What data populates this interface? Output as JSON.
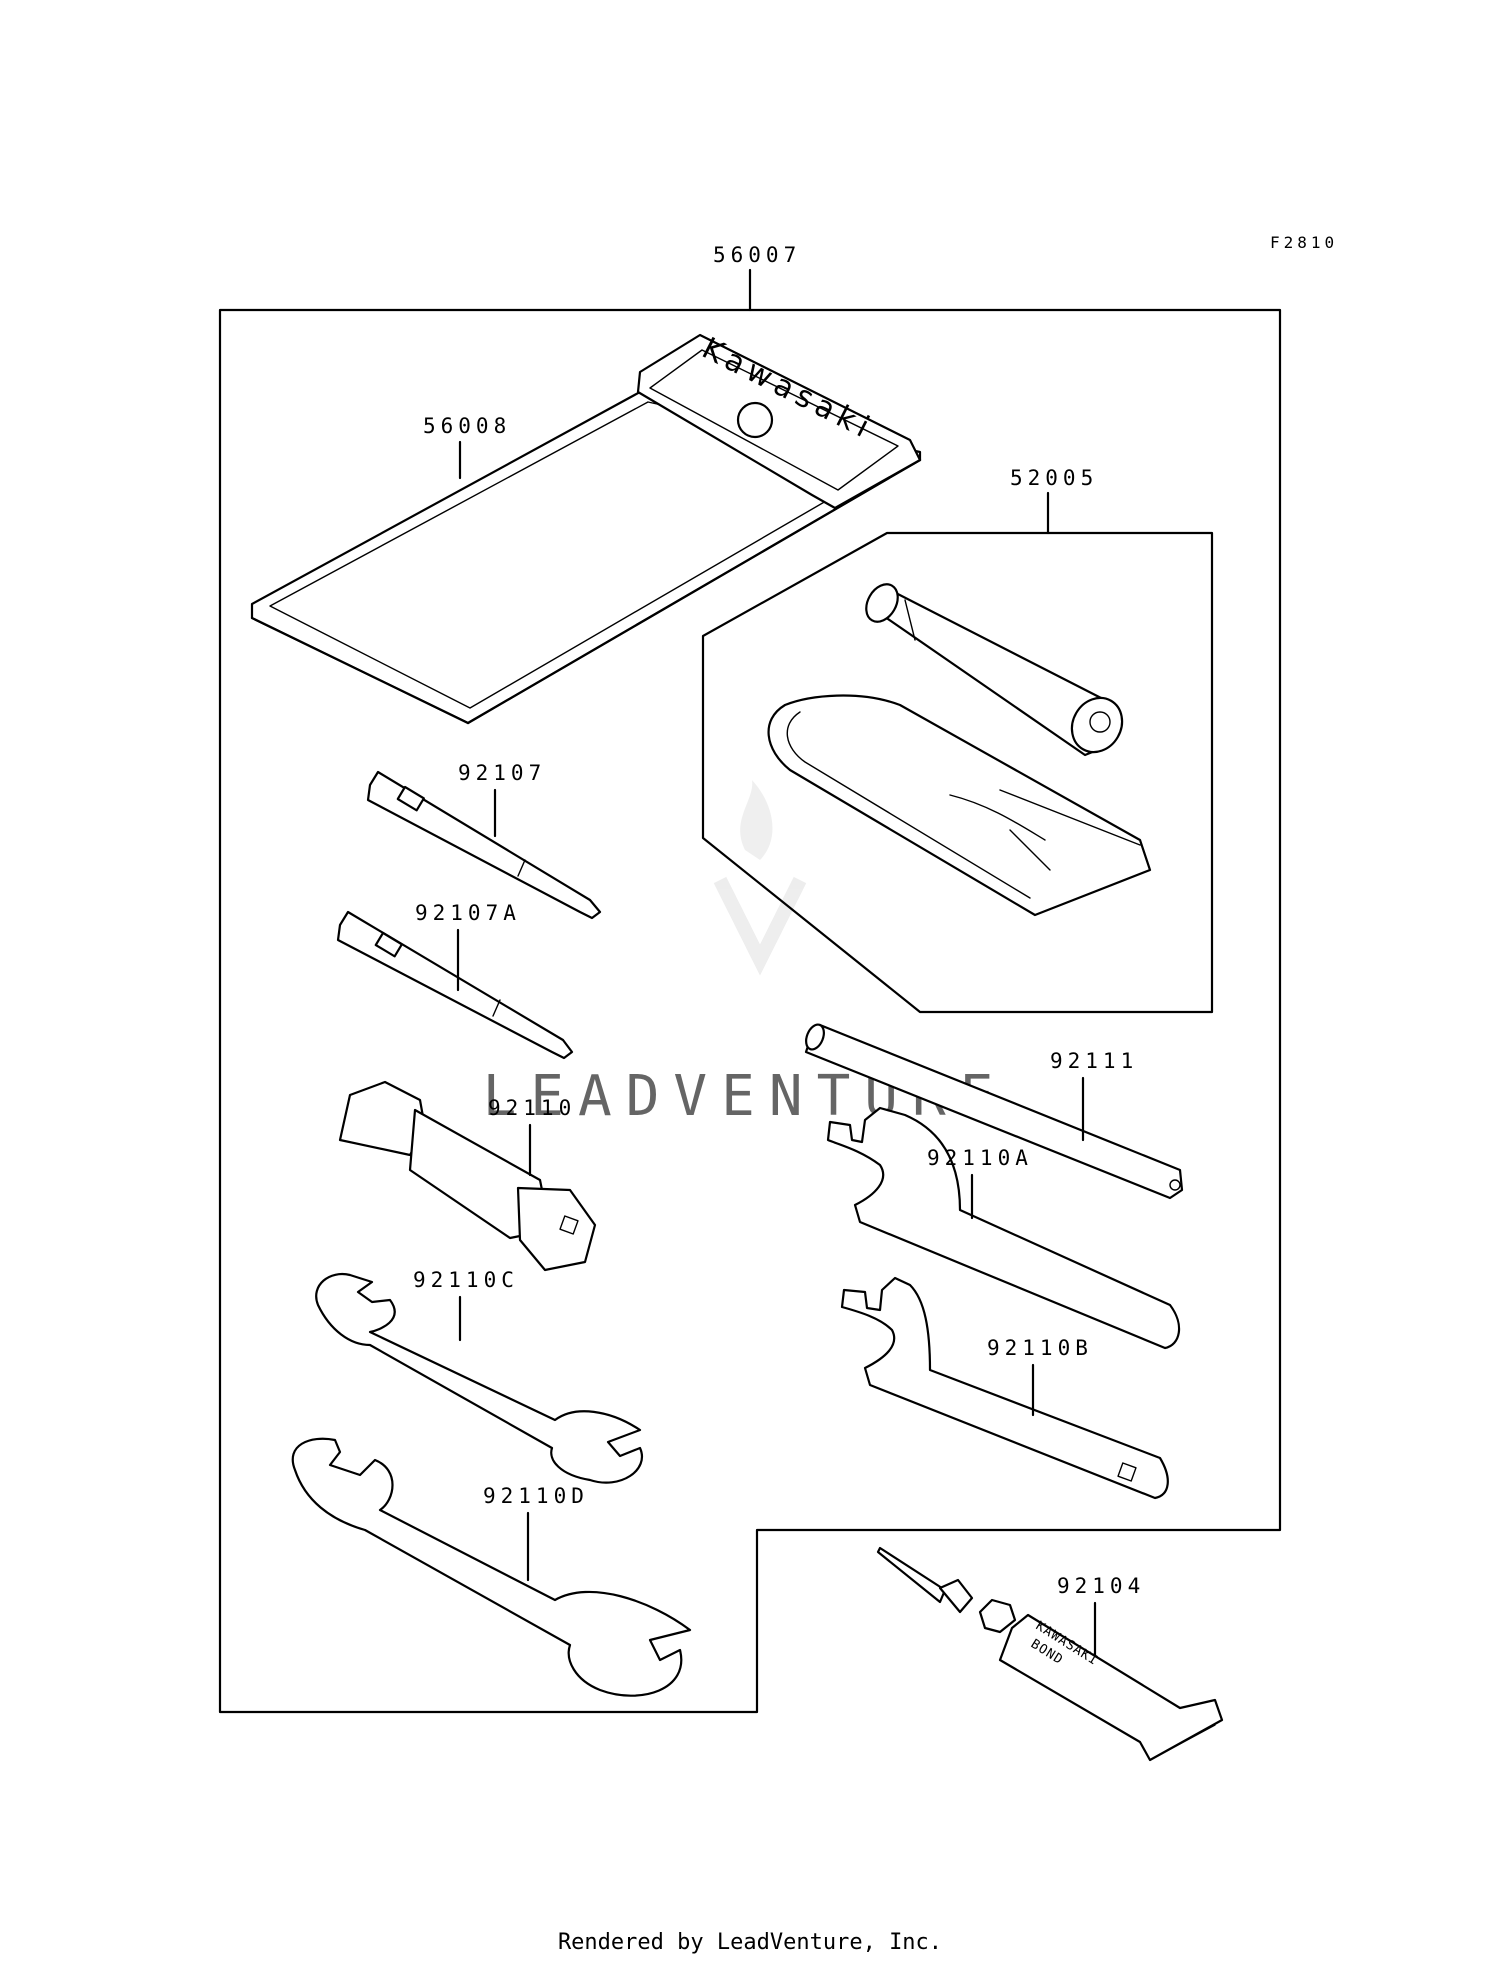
{
  "diagram": {
    "ref_code": "F2810",
    "kit_label": "56007",
    "parts": {
      "case": "56008",
      "pump_set": "52005",
      "screwdriver_a": "92107",
      "screwdriver_b": "92107A",
      "plug_wrench": "92110",
      "wrench_c": "92110C",
      "wrench_d": "92110D",
      "bar": "92111",
      "hook_wrench_a": "92110A",
      "hook_wrench_b": "92110B",
      "bond": "92104"
    },
    "case_brand": "Kawasaki",
    "bond_text_1": "KAWASAKI",
    "bond_text_2": "BOND",
    "watermark": "LEADVENTURE"
  },
  "footer": {
    "text": "Rendered by LeadVenture, Inc."
  }
}
